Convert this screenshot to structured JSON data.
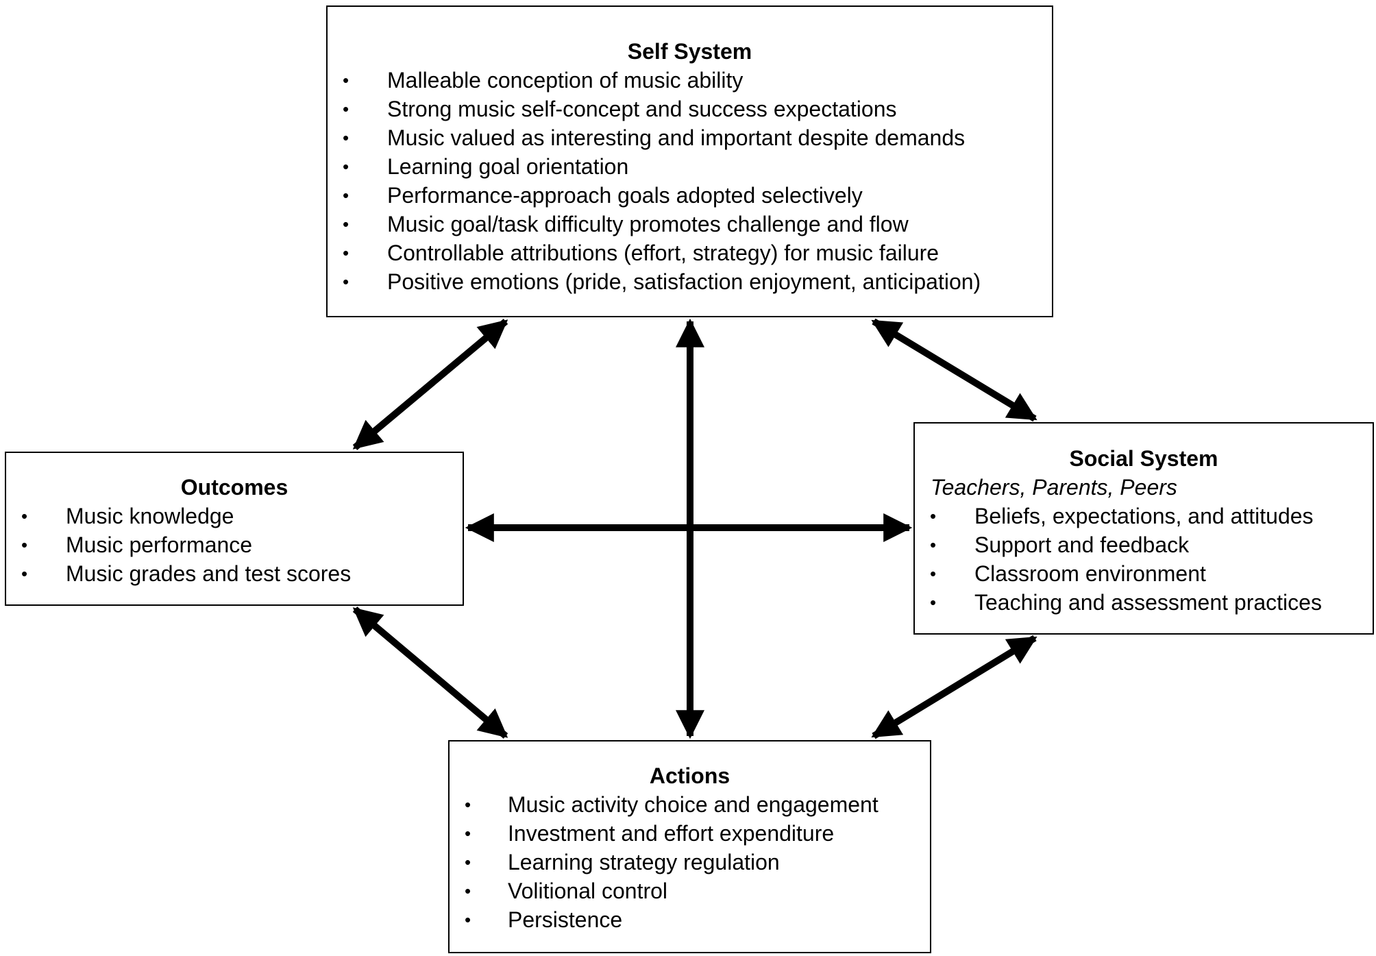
{
  "self_system": {
    "title": "Self System",
    "items": [
      "Malleable conception of music ability",
      "Strong music self-concept and success expectations",
      "Music valued as interesting and important despite demands",
      "Learning goal orientation",
      "Performance-approach goals adopted selectively",
      "Music goal/task difficulty promotes challenge and flow",
      "Controllable attributions (effort, strategy) for music failure",
      "Positive emotions (pride, satisfaction enjoyment, anticipation)"
    ]
  },
  "outcomes": {
    "title": "Outcomes",
    "items": [
      "Music knowledge",
      "Music performance",
      "Music grades and test scores"
    ]
  },
  "social_system": {
    "title": "Social System",
    "subtitle": "Teachers, Parents, Peers",
    "items": [
      "Beliefs, expectations, and attitudes",
      "Support and feedback",
      "Classroom environment",
      "Teaching and assessment practices"
    ]
  },
  "actions": {
    "title": "Actions",
    "items": [
      "Music activity choice and engagement",
      "Investment and effort expenditure",
      "Learning strategy regulation",
      "Volitional control",
      "Persistence"
    ]
  },
  "bullet_char": "•",
  "colors": {
    "stroke": "#000000",
    "background": "#ffffff"
  }
}
